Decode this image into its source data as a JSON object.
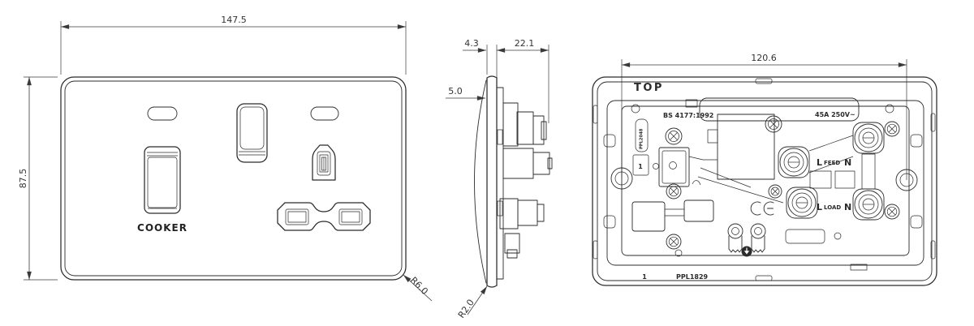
{
  "colors": {
    "line": "#2b2b2b",
    "dimension": "#3a3a3a",
    "background": "#ffffff"
  },
  "front_view": {
    "dim_width": "147.5",
    "dim_height": "87.5",
    "corner_radius": "R6.0",
    "cooker_label": "COOKER"
  },
  "side_view": {
    "dim_plate_thickness": "4.3",
    "dim_depth": "22.1",
    "dim_curve": "5.0",
    "corner_radius": "R2.0"
  },
  "back_view": {
    "dim_fixing_centres": "120.6",
    "top_marking": "TOP",
    "standard_marking": "BS 4177:1992",
    "rating_marking": "45A 250V~",
    "feed": {
      "l": "L",
      "word": "FEED",
      "n": "N"
    },
    "load": {
      "l": "L",
      "word": "LOAD",
      "n": "N"
    },
    "mould_label_vertical": "PPL2048",
    "mould_cavity_number": "1",
    "base_cavity_number": "1",
    "base_mould_ref": "PPL1829"
  }
}
